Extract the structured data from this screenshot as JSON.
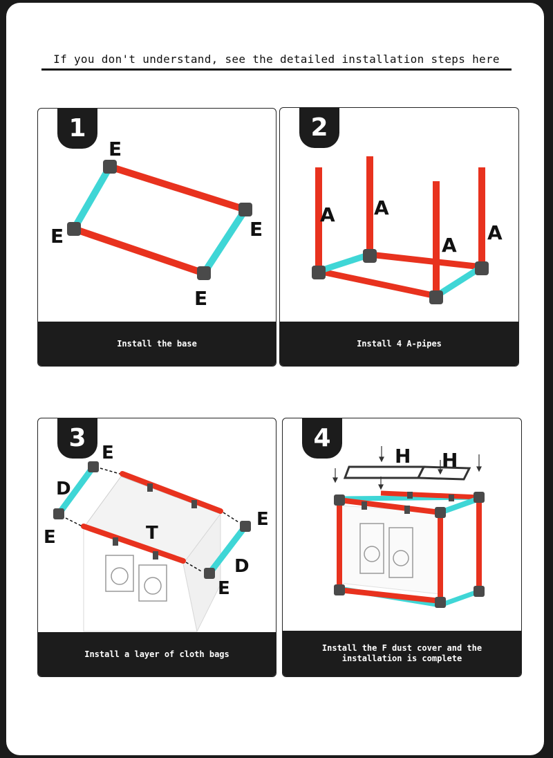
{
  "header": {
    "title": "If you don't understand, see the detailed installation steps here"
  },
  "steps": [
    {
      "number": "1",
      "caption": "Install the base",
      "part_labels": [
        "E",
        "E",
        "E",
        "E"
      ]
    },
    {
      "number": "2",
      "caption": "Install 4 A-pipes",
      "part_labels": [
        "A",
        "A",
        "A",
        "A"
      ]
    },
    {
      "number": "3",
      "caption": "Install a layer of cloth bags",
      "part_labels": [
        "E",
        "D",
        "E",
        "T",
        "E",
        "D",
        "E"
      ]
    },
    {
      "number": "4",
      "caption_line1": "Install the F dust cover and the",
      "caption_line2": "installation is complete",
      "part_labels": [
        "H",
        "H"
      ]
    }
  ],
  "colors": {
    "red_pipe": "#e8321e",
    "cyan_pipe": "#3fd6d6",
    "connector": "#4a4a4a",
    "panel_dark": "#1c1c1c"
  }
}
